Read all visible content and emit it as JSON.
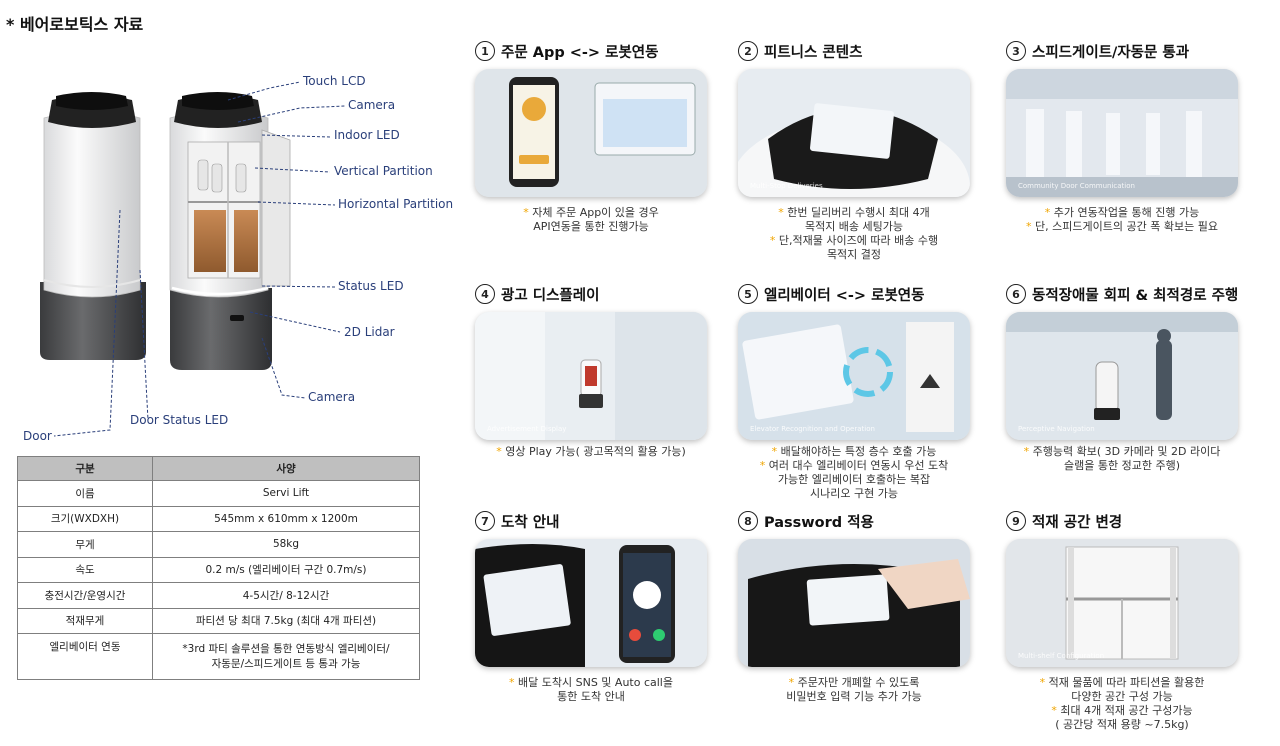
{
  "title": "* 베어로보틱스 자료",
  "callouts": {
    "touch_lcd": "Touch LCD",
    "camera_top": "Camera",
    "indoor_led": "Indoor LED",
    "vertical_partition": "Vertical Partition",
    "horizontal_partition": "Horizontal Partition",
    "status_led": "Status LED",
    "lidar": "2D Lidar",
    "camera_bottom": "Camera",
    "door_status_led": "Door Status LED",
    "door": "Door"
  },
  "spec_table": {
    "headers": [
      "구분",
      "사양"
    ],
    "rows": [
      [
        "이름",
        "Servi Lift"
      ],
      [
        "크기(WXDXH)",
        "545mm x 610mm x 1200m"
      ],
      [
        "무게",
        "58kg"
      ],
      [
        "속도",
        "0.2 m/s (엘리베이터 구간 0.7m/s)"
      ],
      [
        "충전시간/운영시간",
        "4-5시간/ 8-12시간"
      ],
      [
        "적재무게",
        "파티션 당 최대 7.5kg (최대 4개 파티션)"
      ],
      [
        "엘리베이터 연동",
        "*3rd 파티 솔루션을 통한 연동방식 엘리베이터/",
        "자동문/스피드게이트 등 통과 가능"
      ]
    ]
  },
  "features": [
    {
      "num": "1",
      "title": "주문 App <-> 로봇연동",
      "caption": "",
      "lines": [
        "자체 주문 App이 있을 경우",
        "API연동을 통한 진행가능"
      ]
    },
    {
      "num": "2",
      "title": "피트니스 콘텐츠",
      "caption": "Multi-Stop Deliveries",
      "lines": [
        "한번 딜리버리 수행시 최대 4개",
        "목적지 배송 세팅가능",
        "단,적재물 사이즈에 따라 배송 수행",
        "목적지 결정"
      ]
    },
    {
      "num": "3",
      "title": "스피드게이트/자동문 통과",
      "caption": "Community Door Communication",
      "lines": [
        "추가 연동작업을 통해 진행 가능",
        "단, 스피드게이트의 공간 폭 확보는 필요"
      ]
    },
    {
      "num": "4",
      "title": "광고 디스플레이",
      "caption": "Advertisement Display",
      "lines": [
        "영상 Play 가능( 광고목적의 활용 가능)"
      ]
    },
    {
      "num": "5",
      "title": "엘리베이터 <-> 로봇연동",
      "caption": "Elevator Recognition and Operation",
      "lines": [
        "배달해야하는 특정 층수 호출 가능",
        "여러 대수 엘리베이터 연동시 우선 도착",
        "가능한 엘리베이터 호출하는 복잡",
        "시나리오 구현 가능"
      ]
    },
    {
      "num": "6",
      "title": "동적장애물 회피 & 최적경로 주행",
      "caption": "Perceptive Navigation",
      "lines": [
        "주행능력 확보( 3D 카메라 및 2D 라이다",
        "슬램을 통한 정교한 주행)"
      ]
    },
    {
      "num": "7",
      "title": "도착 안내",
      "caption": "",
      "lines": [
        "배달 도착시 SNS 및 Auto call을",
        "통한 도착 안내"
      ]
    },
    {
      "num": "8",
      "title": "Password 적용",
      "caption": "",
      "lines": [
        "주문자만 개폐할 수 있도록",
        "비밀번호 입력 기능 추가 가능"
      ]
    },
    {
      "num": "9",
      "title": "적재 공간 변경",
      "caption": "Multi-shelf Configuration",
      "lines": [
        "적재 물품에 따라 파티션을 활용한",
        "다양한 공간 구성 가능",
        "최대 4개 적재 공간 구성가능",
        "( 공간당 적재 용량 ~7.5kg)"
      ]
    }
  ],
  "colors": {
    "accent_star": "#f0a500",
    "callout_line": "#2a3f7a"
  }
}
